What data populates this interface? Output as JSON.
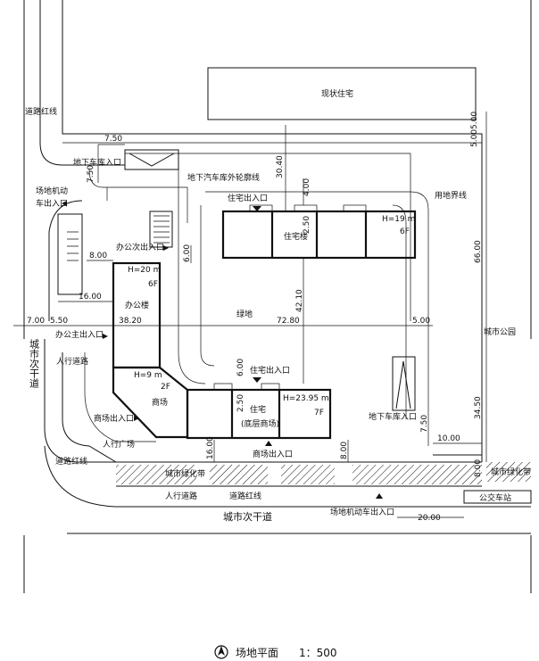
{
  "labels": {
    "existing_housing": "现状住宅",
    "road_red_line_top": "道路红线",
    "underground_garage_entry_top": "地下车库入口",
    "site_vehicle_entry_top": "场地机动",
    "site_vehicle_entry_top_2": "车出入口",
    "underground_garage_outline": "地下汽车库外轮廓线",
    "housing_entry_top": "住宅出入口",
    "site_boundary": "用地界线",
    "office_secondary_entry": "办公次出入口",
    "office_building": "办公楼",
    "housing_building": "住宅楼",
    "greenland": "绿地",
    "city_park": "城市公园",
    "city_secondary_road_left": "城市次干道",
    "office_main_entry": "办公主出入口",
    "pedestrian_road_left": "人行道路",
    "commercial": "商场",
    "housing_entry_bottom": "住宅出入口",
    "housing_lower_1": "住宅",
    "housing_lower_2": "(底层商场)",
    "commercial_entry_left": "商场出入口",
    "pedestrian_plaza": "人行广场",
    "underground_garage_entry_bottom": "地下车库入口",
    "commercial_entry_bottom": "商场出入口",
    "road_red_line_left": "道路红线",
    "city_green_belt_left": "城市绿化带",
    "pedestrian_road_bottom": "人行道路",
    "road_red_line_bottom": "道路红线",
    "city_green_belt_right": "城市绿化带",
    "bus_stop": "公交车站",
    "city_secondary_road_bottom": "城市次干道",
    "site_vehicle_entry_bottom": "场地机动车出入口"
  },
  "building_heights": {
    "housing_top": "H=19 m",
    "housing_top_floors": "6F",
    "office": "H=20 m",
    "office_floors": "6F",
    "commercial": "H=9 m",
    "commercial_floors": "2F",
    "housing_lower": "H=23.95 m",
    "housing_lower_floors": "7F"
  },
  "dimensions": {
    "d_7_50_top": "7.50",
    "d_7_50_left": "7.50",
    "d_30_40": "30.40",
    "d_4_00": "4.00",
    "d_5_00_a": "5.00",
    "d_5_00_b": "5.00",
    "d_2_50_top": "2.50",
    "d_66_00": "66.00",
    "d_8_00_left": "8.00",
    "d_6_00_office": "6.00",
    "d_16_00_left": "16.00",
    "d_42_10": "42.10",
    "d_7_00": "7.00",
    "d_5_50": "5.50",
    "d_38_20": "38.20",
    "d_72_80": "72.80",
    "d_5_00_right": "5.00",
    "d_6_00_lower": "6.00",
    "d_2_50_lower": "2.50",
    "d_34_50": "34.50",
    "d_7_50_right": "7.50",
    "d_10_00": "10.00",
    "d_8_00_right": "8.00",
    "d_16_00_bottom": "16.00",
    "d_8_00_bottom": "8.00",
    "d_20_00": "20.00"
  },
  "title": {
    "text": "场地平面",
    "scale": "1：500",
    "north_icon": "north-arrow-icon"
  }
}
